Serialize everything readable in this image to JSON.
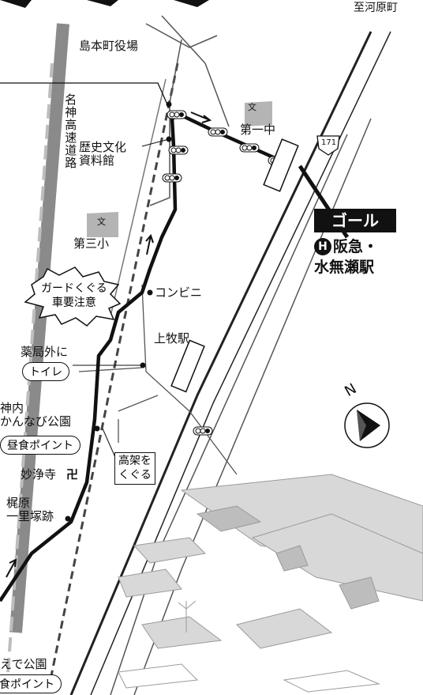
{
  "labels": {
    "to_kawaramachi": "至河原町",
    "shimamoto_office": "島本町役場",
    "expressway": "名神高速道路",
    "history_museum": "歴史文化\n資料館",
    "school_1": "第一中",
    "school_3": "第三小",
    "route_171": "171",
    "goal": "ゴール",
    "station_line1": "阪急・",
    "station_line2": "水無瀬駅",
    "hankyu_mark": "H",
    "guard_warning": "ガードくぐる\n車要注意",
    "convenience": "コンビニ",
    "kamimaki_station": "上牧駅",
    "pharmacy": "薬局外に",
    "toilet": "トイレ",
    "kannabi_park": "神内\nかんなび公園",
    "lunch_point": "昼食ポイント",
    "myojoji": "妙浄寺",
    "temple_mark": "卍",
    "under_viaduct": "高架を\nくぐる",
    "kajiwara_ichirizuka": "梶原\n一里塚跡",
    "kaede_park": "えで公園",
    "lunch_point_2": "食ポイント",
    "compass_n": "N",
    "school_mark": "文"
  },
  "colors": {
    "route": "#111111",
    "road": "#555555",
    "expressway": "#8a8a8a",
    "school_block": "#b4b4b4",
    "goal_badge": "#111111"
  }
}
